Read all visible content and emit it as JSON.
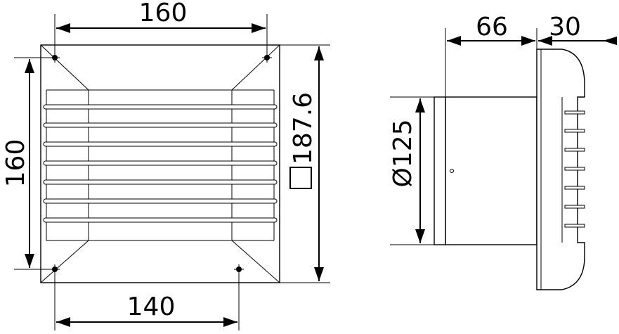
{
  "front_view": {
    "width_top": "160",
    "height_left": "160",
    "square_size": "187.6",
    "hole_spacing_bottom": "140"
  },
  "side_view": {
    "depth": "66",
    "flange": "30",
    "diameter": "Ø125"
  },
  "colors": {
    "ink": "#000000",
    "paper": "#ffffff"
  }
}
